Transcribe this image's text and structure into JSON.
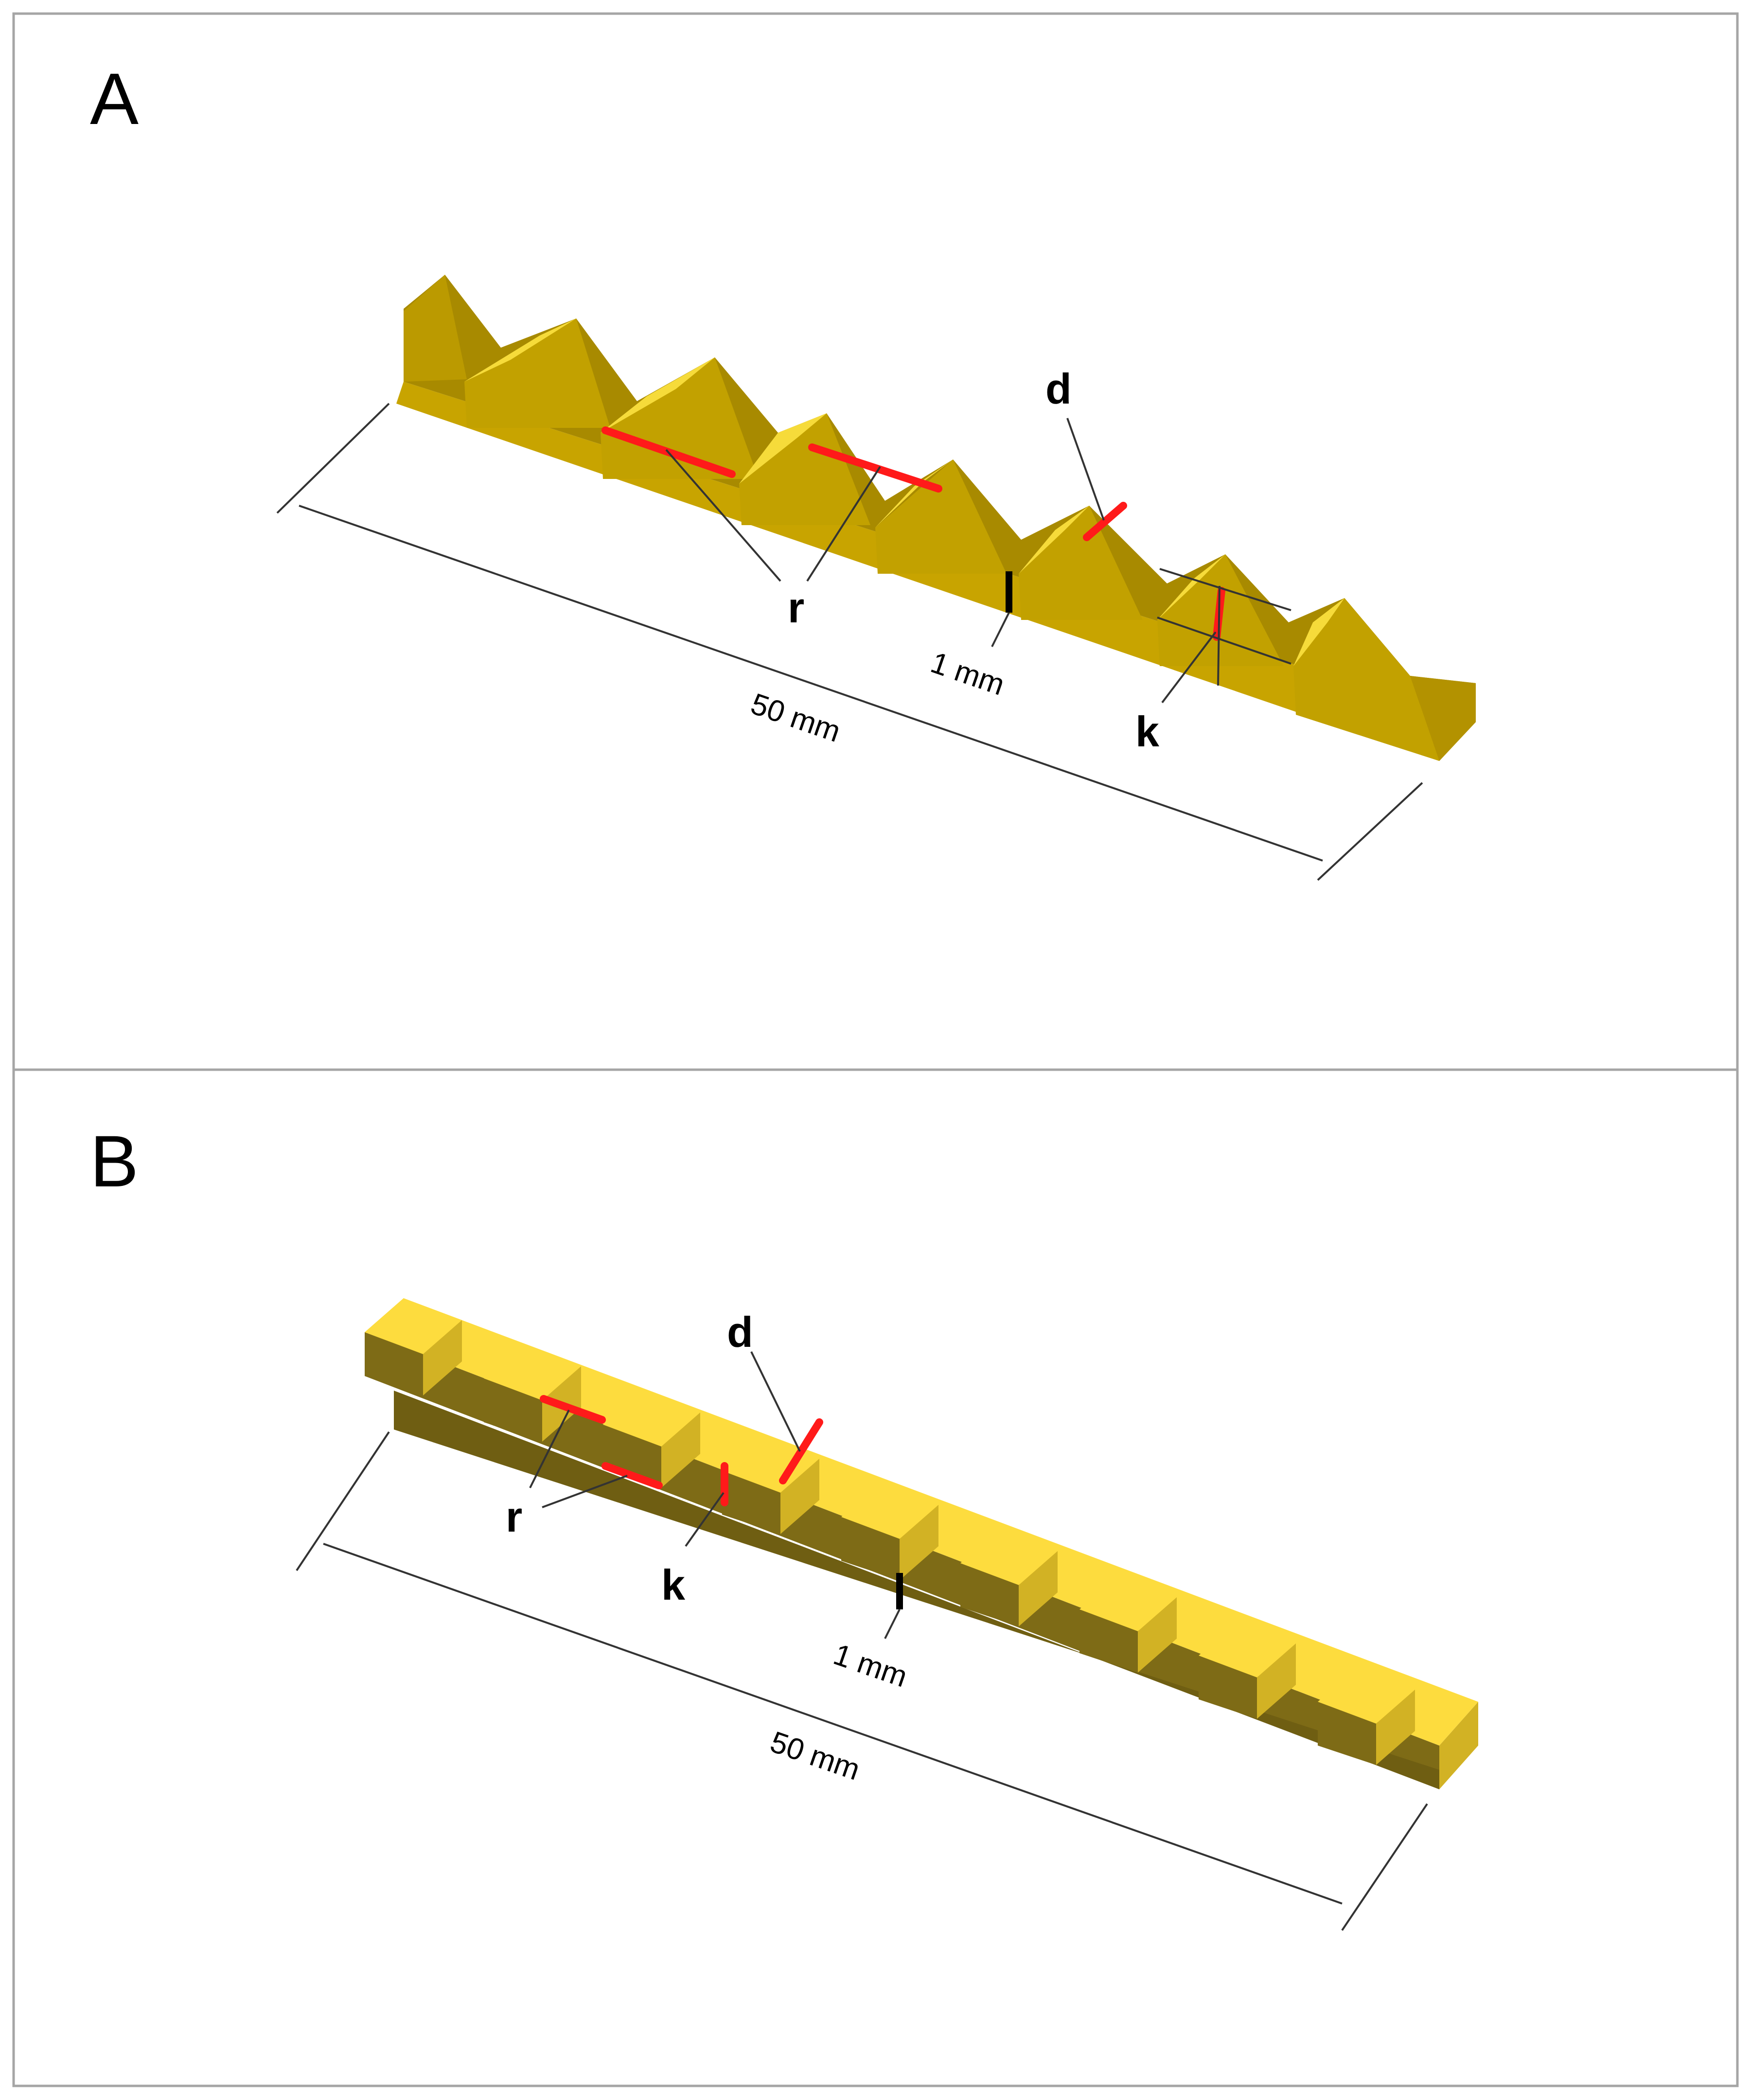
{
  "panels": {
    "a": {
      "letter": "A",
      "labels": {
        "r": "r",
        "d": "d",
        "k": "k",
        "height": "1 mm",
        "length": "50 mm"
      }
    },
    "b": {
      "letter": "B",
      "labels": {
        "r": "r",
        "d": "d",
        "k": "k",
        "height": "1 mm",
        "length": "50 mm"
      }
    }
  },
  "colors": {
    "top_face": "#f6db3a",
    "front_face": "#c8a400",
    "dark_face": "#a88a00",
    "b_front": "#7e6b16",
    "b_top": "#fddc3e",
    "b_side": "#d2b224",
    "highlight": "#ff1a1a",
    "border": "#a5a5a5"
  }
}
